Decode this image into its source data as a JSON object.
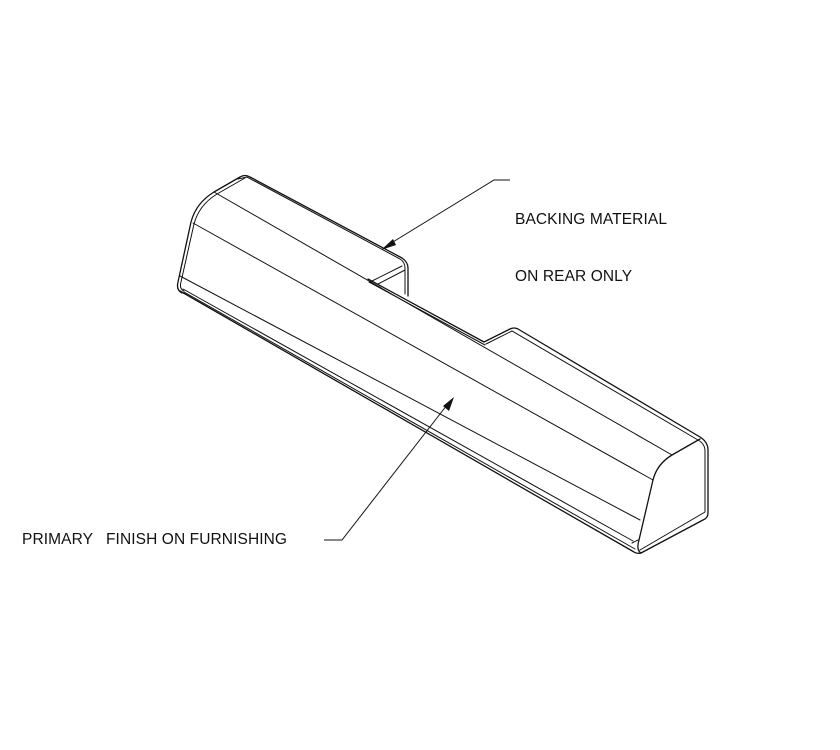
{
  "drawing": {
    "type": "isometric technical drawing",
    "subject": "furnishing panel / bench back piece with notched rear",
    "background": "#ffffff",
    "line_color": "#111111"
  },
  "callouts": {
    "backing": {
      "line1": "BACKING MATERIAL",
      "line2": "ON REAR ONLY",
      "arrow_target": "rear notch top edge"
    },
    "primary": {
      "text": "PRIMARY   FINISH ON FURNISHING",
      "arrow_target": "front face center"
    }
  }
}
